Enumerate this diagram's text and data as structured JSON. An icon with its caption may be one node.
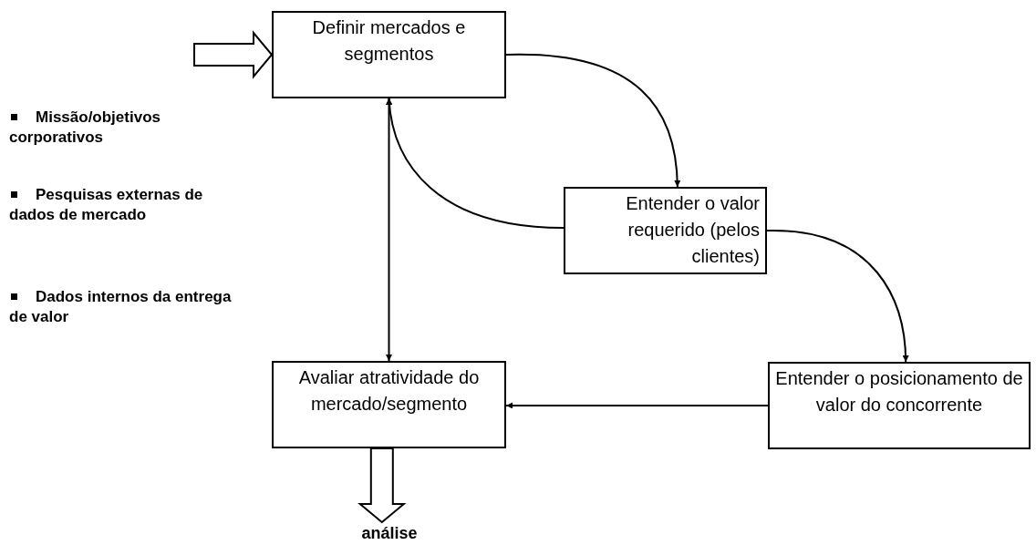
{
  "diagram": {
    "nodes": [
      {
        "text": [
          "Definir mercados e segmentos"
        ]
      },
      {
        "text": [
          "Entender o valor requerido (pelos clientes)"
        ]
      },
      {
        "text": [
          "Entender o posicionamento de valor do concorrente"
        ]
      },
      {
        "text": [
          "Avaliar atratividade do mercado/segmento"
        ]
      },
      {
        "text": [
          "análise"
        ]
      }
    ],
    "edges": [
      {
        "from": 0,
        "to": 1,
        "arrow": "to"
      },
      {
        "from": 1,
        "to": 0,
        "arrow": "to"
      },
      {
        "from": 0,
        "to": 3,
        "arrow": "both"
      },
      {
        "from": 1,
        "to": 2,
        "arrow": "to"
      },
      {
        "from": 2,
        "to": 3,
        "arrow": "to"
      },
      {
        "from": 3,
        "to": 4,
        "arrow": "to",
        "style": "thick"
      },
      {
        "from": null,
        "to": 0,
        "arrow": "to",
        "style": "thick"
      }
    ],
    "labels": [
      "Missão/objetivos corporativos",
      "Pesquisas externas de dados de mercado",
      "Dados internos da entrega de valor"
    ]
  }
}
